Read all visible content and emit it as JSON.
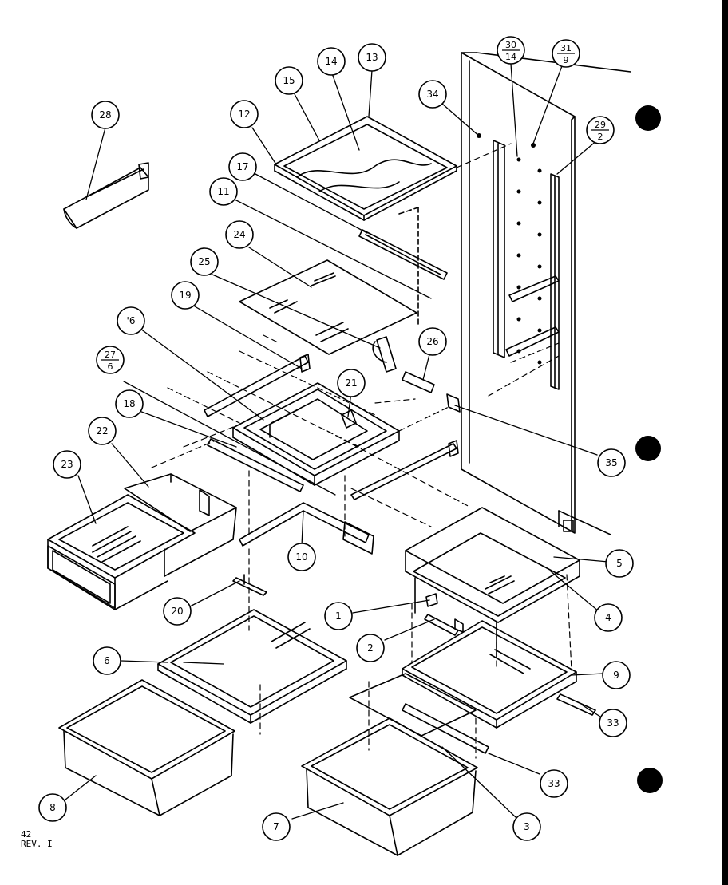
{
  "callouts": [
    {
      "id": "c28",
      "label": "28"
    },
    {
      "id": "c15",
      "label": "15"
    },
    {
      "id": "c14",
      "label": "14"
    },
    {
      "id": "c13",
      "label": "13"
    },
    {
      "id": "c12",
      "label": "12"
    },
    {
      "id": "c17",
      "label": "17"
    },
    {
      "id": "c11",
      "label": "11"
    },
    {
      "id": "c24",
      "label": "24"
    },
    {
      "id": "c25",
      "label": "25"
    },
    {
      "id": "c19",
      "label": "19"
    },
    {
      "id": "c16",
      "label": "'6"
    },
    {
      "id": "c18",
      "label": "18"
    },
    {
      "id": "c21",
      "label": "21"
    },
    {
      "id": "c26",
      "label": "26"
    },
    {
      "id": "c34",
      "label": "34"
    },
    {
      "id": "c35",
      "label": "35"
    },
    {
      "id": "c22",
      "label": "22"
    },
    {
      "id": "c23",
      "label": "23"
    },
    {
      "id": "c10",
      "label": "10"
    },
    {
      "id": "c20",
      "label": "20"
    },
    {
      "id": "c5",
      "label": "5"
    },
    {
      "id": "c4",
      "label": "4"
    },
    {
      "id": "c1",
      "label": "1"
    },
    {
      "id": "c2",
      "label": "2"
    },
    {
      "id": "c9",
      "label": "9"
    },
    {
      "id": "c6",
      "label": "6"
    },
    {
      "id": "c33a",
      "label": "33"
    },
    {
      "id": "c33b",
      "label": "33"
    },
    {
      "id": "c8",
      "label": "8"
    },
    {
      "id": "c7",
      "label": "7"
    },
    {
      "id": "c3",
      "label": "3"
    }
  ],
  "fraction_callouts": [
    {
      "id": "f30",
      "top": "30",
      "bottom": "14"
    },
    {
      "id": "f31",
      "top": "31",
      "bottom": "9"
    },
    {
      "id": "f29",
      "top": "29",
      "bottom": "2"
    },
    {
      "id": "f27",
      "top": "27",
      "bottom": "6"
    }
  ],
  "footer": {
    "page_number": "42",
    "revision": "REV. I"
  },
  "colors": {
    "ink": "#000000",
    "paper": "#ffffff"
  }
}
